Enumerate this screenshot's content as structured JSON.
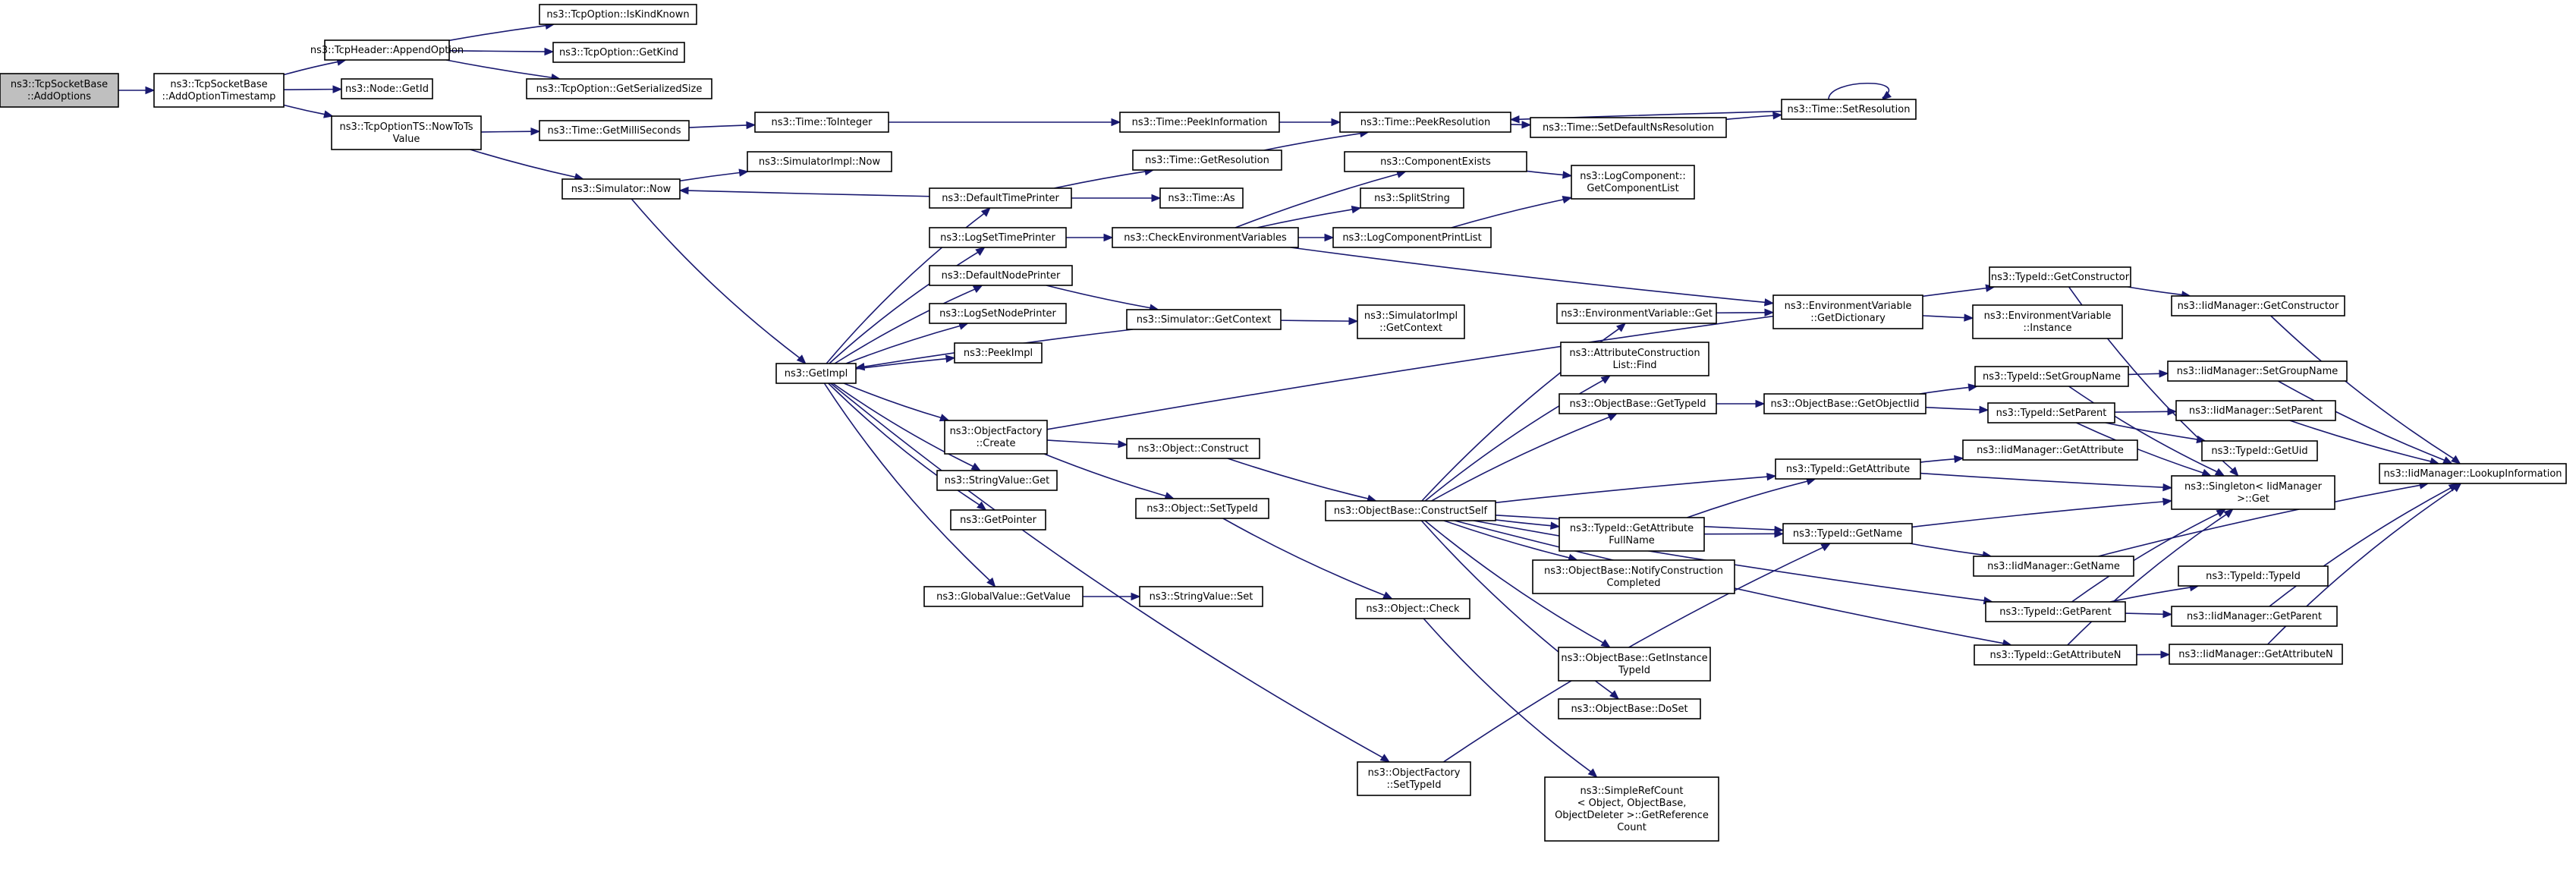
{
  "diagram": {
    "type": "call-graph",
    "nodes": [
      {
        "id": "root",
        "lines": [
          "ns3::TcpSocketBase",
          "::AddOptions"
        ],
        "root": true
      },
      {
        "id": "addts",
        "lines": [
          "ns3::TcpSocketBase",
          "::AddOptionTimestamp"
        ]
      },
      {
        "id": "append",
        "lines": [
          "ns3::TcpHeader::AppendOption"
        ]
      },
      {
        "id": "iskind",
        "lines": [
          "ns3::TcpOption::IsKindKnown"
        ]
      },
      {
        "id": "getkind",
        "lines": [
          "ns3::TcpOption::GetKind"
        ]
      },
      {
        "id": "getser",
        "lines": [
          "ns3::TcpOption::GetSerializedSize"
        ]
      },
      {
        "id": "nodeid",
        "lines": [
          "ns3::Node::GetId"
        ]
      },
      {
        "id": "nowtots",
        "lines": [
          "ns3::TcpOptionTS::NowToTs",
          "Value"
        ]
      },
      {
        "id": "milli",
        "lines": [
          "ns3::Time::GetMilliSeconds"
        ]
      },
      {
        "id": "tointeger",
        "lines": [
          "ns3::Time::ToInteger"
        ]
      },
      {
        "id": "peekinfo",
        "lines": [
          "ns3::Time::PeekInformation"
        ]
      },
      {
        "id": "peekres",
        "lines": [
          "ns3::Time::PeekResolution"
        ]
      },
      {
        "id": "setdefres",
        "lines": [
          "ns3::Time::SetDefaultNsResolution"
        ]
      },
      {
        "id": "setres",
        "lines": [
          "ns3::Time::SetResolution"
        ]
      },
      {
        "id": "simnow",
        "lines": [
          "ns3::Simulator::Now"
        ]
      },
      {
        "id": "simimplnow",
        "lines": [
          "ns3::SimulatorImpl::Now"
        ]
      },
      {
        "id": "gettimeres",
        "lines": [
          "ns3::Time::GetResolution"
        ]
      },
      {
        "id": "deftp",
        "lines": [
          "ns3::DefaultTimePrinter"
        ]
      },
      {
        "id": "timeas",
        "lines": [
          "ns3::Time::As"
        ]
      },
      {
        "id": "compexists",
        "lines": [
          "ns3::ComponentExists"
        ]
      },
      {
        "id": "getcomplist",
        "lines": [
          "ns3::LogComponent::",
          "GetComponentList"
        ]
      },
      {
        "id": "splitstr",
        "lines": [
          "ns3::SplitString"
        ]
      },
      {
        "id": "logsettp",
        "lines": [
          "ns3::LogSetTimePrinter"
        ]
      },
      {
        "id": "checkenv",
        "lines": [
          "ns3::CheckEnvironmentVariables"
        ]
      },
      {
        "id": "logcplist",
        "lines": [
          "ns3::LogComponentPrintList"
        ]
      },
      {
        "id": "defnp",
        "lines": [
          "ns3::DefaultNodePrinter"
        ]
      },
      {
        "id": "logsetnp",
        "lines": [
          "ns3::LogSetNodePrinter"
        ]
      },
      {
        "id": "getctx",
        "lines": [
          "ns3::Simulator::GetContext"
        ]
      },
      {
        "id": "simimplctx",
        "lines": [
          "ns3::SimulatorImpl",
          "::GetContext"
        ]
      },
      {
        "id": "peekimpl",
        "lines": [
          "ns3::PeekImpl"
        ]
      },
      {
        "id": "getimpl",
        "lines": [
          "ns3::GetImpl"
        ]
      },
      {
        "id": "envget",
        "lines": [
          "ns3::EnvironmentVariable::Get"
        ]
      },
      {
        "id": "envdict",
        "lines": [
          "ns3::EnvironmentVariable",
          "::GetDictionary"
        ]
      },
      {
        "id": "envinst",
        "lines": [
          "ns3::EnvironmentVariable",
          "::Instance"
        ]
      },
      {
        "id": "tidgetctor",
        "lines": [
          "ns3::TypeId::GetConstructor"
        ]
      },
      {
        "id": "iidgetctor",
        "lines": [
          "ns3::IidManager::GetConstructor"
        ]
      },
      {
        "id": "attrfind",
        "lines": [
          "ns3::AttributeConstruction",
          "List::Find"
        ]
      },
      {
        "id": "objfactcreate",
        "lines": [
          "ns3::ObjectFactory",
          "::Create"
        ]
      },
      {
        "id": "objbgettid",
        "lines": [
          "ns3::ObjectBase::GetTypeId"
        ]
      },
      {
        "id": "objbgetoid",
        "lines": [
          "ns3::ObjectBase::GetObjectIid"
        ]
      },
      {
        "id": "tidsetgroup",
        "lines": [
          "ns3::TypeId::SetGroupName"
        ]
      },
      {
        "id": "iidsetgroup",
        "lines": [
          "ns3::IidManager::SetGroupName"
        ]
      },
      {
        "id": "tidsetparent",
        "lines": [
          "ns3::TypeId::SetParent"
        ]
      },
      {
        "id": "iidsetparent",
        "lines": [
          "ns3::IidManager::SetParent"
        ]
      },
      {
        "id": "tidgetuid",
        "lines": [
          "ns3::TypeId::GetUid"
        ]
      },
      {
        "id": "iidlookup",
        "lines": [
          "ns3::IidManager::LookupInformation"
        ]
      },
      {
        "id": "objconstruct",
        "lines": [
          "ns3::Object::Construct"
        ]
      },
      {
        "id": "iidgetattr",
        "lines": [
          "ns3::IidManager::GetAttribute"
        ]
      },
      {
        "id": "strvalget",
        "lines": [
          "ns3::StringValue::Get"
        ]
      },
      {
        "id": "tidgetattr",
        "lines": [
          "ns3::TypeId::GetAttribute"
        ]
      },
      {
        "id": "singleton",
        "lines": [
          "ns3::Singleton< IidManager",
          "  >::Get"
        ]
      },
      {
        "id": "getptr",
        "lines": [
          "ns3::GetPointer"
        ]
      },
      {
        "id": "objsettid",
        "lines": [
          "ns3::Object::SetTypeId"
        ]
      },
      {
        "id": "tidgetattrfull",
        "lines": [
          "ns3::TypeId::GetAttribute",
          "FullName"
        ]
      },
      {
        "id": "constructself",
        "lines": [
          "ns3::ObjectBase::ConstructSelf"
        ]
      },
      {
        "id": "tidgetname",
        "lines": [
          "ns3::TypeId::GetName"
        ]
      },
      {
        "id": "iidgetname",
        "lines": [
          "ns3::IidManager::GetName"
        ]
      },
      {
        "id": "notifyconst",
        "lines": [
          "ns3::ObjectBase::NotifyConstruction",
          "Completed"
        ]
      },
      {
        "id": "gvgetvalue",
        "lines": [
          "ns3::GlobalValue::GetValue"
        ]
      },
      {
        "id": "strvalset",
        "lines": [
          "ns3::StringValue::Set"
        ]
      },
      {
        "id": "tidtid",
        "lines": [
          "ns3::TypeId::TypeId"
        ]
      },
      {
        "id": "objcheck",
        "lines": [
          "ns3::Object::Check"
        ]
      },
      {
        "id": "tidgetparent",
        "lines": [
          "ns3::TypeId::GetParent"
        ]
      },
      {
        "id": "iidgetparent",
        "lines": [
          "ns3::IidManager::GetParent"
        ]
      },
      {
        "id": "tidgetattrn",
        "lines": [
          "ns3::TypeId::GetAttributeN"
        ]
      },
      {
        "id": "iidgetattrn",
        "lines": [
          "ns3::IidManager::GetAttributeN"
        ]
      },
      {
        "id": "getinsttid",
        "lines": [
          "ns3::ObjectBase::GetInstance",
          "TypeId"
        ]
      },
      {
        "id": "doset",
        "lines": [
          "ns3::ObjectBase::DoSet"
        ]
      },
      {
        "id": "objfactsettid",
        "lines": [
          "ns3::ObjectFactory",
          "::SetTypeId"
        ]
      },
      {
        "id": "simplerefcount",
        "lines": [
          "ns3::SimpleRefCount",
          "< Object, ObjectBase,",
          "ObjectDeleter >::GetReference",
          "Count"
        ]
      }
    ],
    "edges": [
      [
        "root",
        "addts"
      ],
      [
        "addts",
        "append"
      ],
      [
        "addts",
        "nodeid"
      ],
      [
        "addts",
        "nowtots"
      ],
      [
        "append",
        "iskind"
      ],
      [
        "append",
        "getkind"
      ],
      [
        "append",
        "getser"
      ],
      [
        "nowtots",
        "milli"
      ],
      [
        "nowtots",
        "simnow"
      ],
      [
        "milli",
        "tointeger"
      ],
      [
        "tointeger",
        "peekinfo"
      ],
      [
        "peekinfo",
        "peekres"
      ],
      [
        "peekres",
        "setdefres"
      ],
      [
        "setdefres",
        "setres"
      ],
      [
        "setres",
        "peekres"
      ],
      [
        "setres",
        "setres"
      ],
      [
        "simnow",
        "simimplnow"
      ],
      [
        "simnow",
        "getimpl"
      ],
      [
        "gettimeres",
        "peekres"
      ],
      [
        "deftp",
        "simnow"
      ],
      [
        "deftp",
        "gettimeres"
      ],
      [
        "deftp",
        "timeas"
      ],
      [
        "logsettp",
        "checkenv"
      ],
      [
        "checkenv",
        "compexists"
      ],
      [
        "checkenv",
        "splitstr"
      ],
      [
        "checkenv",
        "logcplist"
      ],
      [
        "checkenv",
        "envdict"
      ],
      [
        "compexists",
        "getcomplist"
      ],
      [
        "logcplist",
        "getcomplist"
      ],
      [
        "defnp",
        "getctx"
      ],
      [
        "getctx",
        "simimplctx"
      ],
      [
        "getctx",
        "getimpl"
      ],
      [
        "getimpl",
        "deftp"
      ],
      [
        "getimpl",
        "logsettp"
      ],
      [
        "getimpl",
        "defnp"
      ],
      [
        "getimpl",
        "logsetnp"
      ],
      [
        "getimpl",
        "peekimpl"
      ],
      [
        "getimpl",
        "objfactcreate"
      ],
      [
        "getimpl",
        "strvalget"
      ],
      [
        "getimpl",
        "getptr"
      ],
      [
        "getimpl",
        "gvgetvalue"
      ],
      [
        "getimpl",
        "objfactsettid"
      ],
      [
        "objfactcreate",
        "tidgetctor"
      ],
      [
        "objfactcreate",
        "objconstruct"
      ],
      [
        "objfactcreate",
        "objsettid"
      ],
      [
        "objconstruct",
        "constructself"
      ],
      [
        "objsettid",
        "objcheck"
      ],
      [
        "gvgetvalue",
        "strvalset"
      ],
      [
        "objcheck",
        "simplerefcount"
      ],
      [
        "objfactsettid",
        "tidgetname"
      ],
      [
        "constructself",
        "envget"
      ],
      [
        "constructself",
        "attrfind"
      ],
      [
        "constructself",
        "objbgettid"
      ],
      [
        "constructself",
        "tidgetattr"
      ],
      [
        "constructself",
        "tidgetattrfull"
      ],
      [
        "constructself",
        "tidgetname"
      ],
      [
        "constructself",
        "notifyconst"
      ],
      [
        "constructself",
        "tidgetparent"
      ],
      [
        "constructself",
        "getinsttid"
      ],
      [
        "constructself",
        "doset"
      ],
      [
        "constructself",
        "tidgetattrn"
      ],
      [
        "envget",
        "envdict"
      ],
      [
        "envdict",
        "envinst"
      ],
      [
        "tidgetctor",
        "iidgetctor"
      ],
      [
        "tidgetctor",
        "singleton"
      ],
      [
        "iidgetctor",
        "iidlookup"
      ],
      [
        "objbgettid",
        "objbgetoid"
      ],
      [
        "objbgetoid",
        "tidsetgroup"
      ],
      [
        "objbgetoid",
        "tidsetparent"
      ],
      [
        "tidsetgroup",
        "iidsetgroup"
      ],
      [
        "tidsetgroup",
        "singleton"
      ],
      [
        "tidsetparent",
        "iidsetparent"
      ],
      [
        "tidsetparent",
        "tidgetuid"
      ],
      [
        "tidsetparent",
        "singleton"
      ],
      [
        "iidsetgroup",
        "iidlookup"
      ],
      [
        "iidsetparent",
        "iidlookup"
      ],
      [
        "tidgetattr",
        "iidgetattr"
      ],
      [
        "tidgetattr",
        "singleton"
      ],
      [
        "tidgetattrfull",
        "tidgetattr"
      ],
      [
        "tidgetattrfull",
        "tidgetname"
      ],
      [
        "tidgetname",
        "singleton"
      ],
      [
        "tidgetname",
        "iidgetname"
      ],
      [
        "iidgetname",
        "iidlookup"
      ],
      [
        "tidgetparent",
        "tidtid"
      ],
      [
        "tidgetparent",
        "iidgetparent"
      ],
      [
        "tidgetparent",
        "singleton"
      ],
      [
        "iidgetparent",
        "iidlookup"
      ],
      [
        "tidgetattrn",
        "iidgetattrn"
      ],
      [
        "tidgetattrn",
        "singleton"
      ],
      [
        "iidgetattrn",
        "iidlookup"
      ]
    ]
  }
}
